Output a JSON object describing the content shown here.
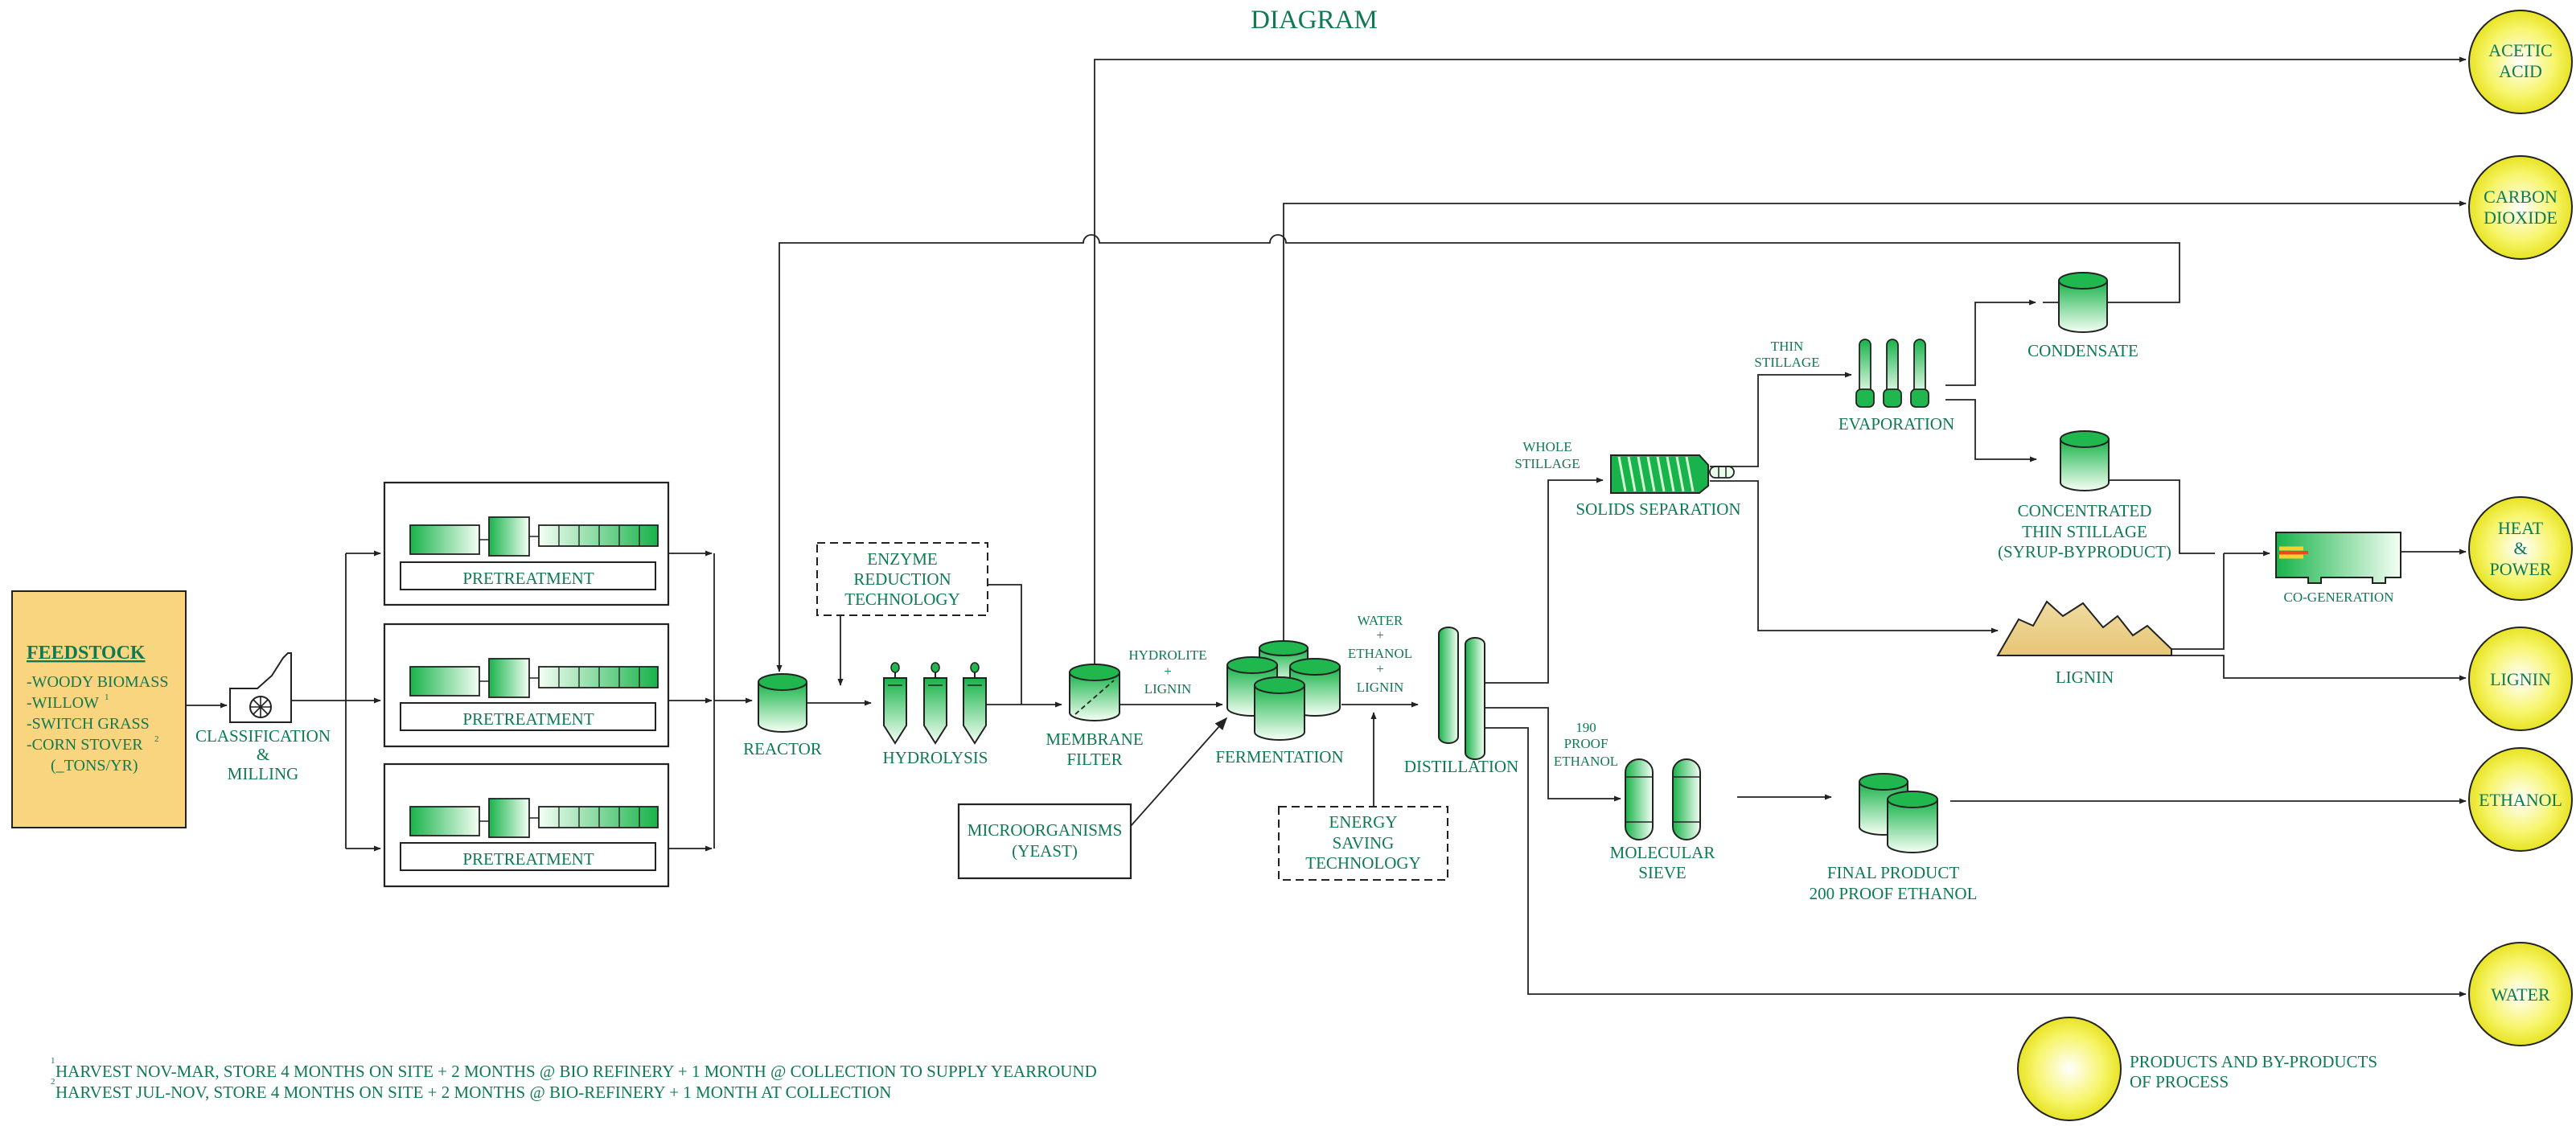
{
  "title": "DIAGRAM",
  "feedstock": {
    "title": "FEEDSTOCK",
    "items": [
      "-WOODY BIOMASS",
      "-WILLOW",
      "-SWITCH GRASS",
      "-CORN STOVER",
      "(_TONS/YR)"
    ],
    "sup_willow": "1",
    "sup_corn": "2"
  },
  "steps": {
    "classification": [
      "CLASSIFICATION",
      "&",
      "MILLING"
    ],
    "pretreatment": "PRETREATMENT",
    "reactor": "REACTOR",
    "hydrolysis": "HYDROLYSIS",
    "enzyme": [
      "ENZYME",
      "REDUCTION",
      "TECHNOLOGY"
    ],
    "membrane": [
      "MEMBRANE",
      "FILTER"
    ],
    "hydrolite": [
      "HYDROLITE",
      "+",
      "LIGNIN"
    ],
    "microorganisms": [
      "MICROORGANISMS",
      "(YEAST)"
    ],
    "fermentation": "FERMENTATION",
    "water_ethanol": [
      "WATER",
      "+",
      "ETHANOL",
      "+",
      "LIGNIN"
    ],
    "energy": [
      "ENERGY",
      "SAVING",
      "TECHNOLOGY"
    ],
    "distillation": "DISTILLATION",
    "whole_stillage": [
      "WHOLE",
      "STILLAGE"
    ],
    "solids_separation": "SOLIDS SEPARATION",
    "thin_stillage": [
      "THIN",
      "STILLAGE"
    ],
    "evaporation": "EVAPORATION",
    "condensate": "CONDENSATE",
    "concentrated": [
      "CONCENTRATED",
      "THIN STILLAGE",
      "(SYRUP-BYPRODUCT)"
    ],
    "cogeneration": "CO-GENERATION",
    "lignin": "LIGNIN",
    "proof190": [
      "190",
      "PROOF",
      "ETHANOL"
    ],
    "molecular_sieve": [
      "MOLECULAR",
      "SIEVE"
    ],
    "final_product": [
      "FINAL PRODUCT",
      "200 PROOF ETHANOL"
    ]
  },
  "products": {
    "acetic": [
      "ACETIC",
      "ACID"
    ],
    "carbon": [
      "CARBON",
      "DIOXIDE"
    ],
    "heat": [
      "HEAT",
      "&",
      "POWER"
    ],
    "lignin": [
      "LIGNIN"
    ],
    "ethanol": [
      "ETHANOL"
    ],
    "water": [
      "WATER"
    ]
  },
  "legend": [
    "PRODUCTS AND BY-PRODUCTS",
    "OF PROCESS"
  ],
  "footnotes": {
    "n1": "1",
    "n2": "2",
    "f1": "HARVEST NOV-MAR, STORE 4 MONTHS ON SITE + 2 MONTHS @ BIO REFINERY + 1 MONTH @ COLLECTION TO SUPPLY YEARROUND",
    "f2": "HARVEST JUL-NOV, STORE 4 MONTHS ON SITE + 2 MONTHS @ BIO-REFINERY + 1 MONTH AT COLLECTION"
  },
  "colors": {
    "green_dark": "#16a34a",
    "green_light": "#e6f9e6",
    "text": "#0f7a52",
    "feedstock_fill": "#f8d57e",
    "product_yellow": "#f1ef2a"
  }
}
